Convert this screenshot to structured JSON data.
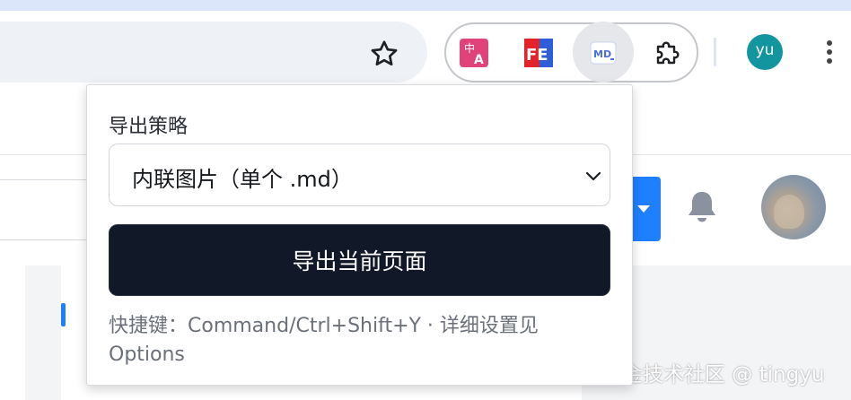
{
  "toolbar": {
    "profile_initials": "yu",
    "extensions": [
      {
        "name": "translate-extension",
        "badge_top": "中",
        "badge_bottom": "A",
        "color": "#e0427a"
      },
      {
        "name": "fe-extension",
        "badge": "FE",
        "color": "#e3232a"
      },
      {
        "name": "md-export-extension",
        "badge": "MD",
        "color": "#4a6fe0",
        "active": true
      },
      {
        "name": "extensions-puzzle",
        "icon": "puzzle-icon"
      }
    ]
  },
  "popup": {
    "strategy_label": "导出策略",
    "strategy_value": "内联图片（单个 .md）",
    "export_button": "导出当前页面",
    "hint_line1": "快捷键：Command/Ctrl+Shift+Y · 详细设置见",
    "hint_line2": "Options"
  },
  "page": {
    "watermark": "掘金技术社区 @ tingyu"
  },
  "colors": {
    "accent_blue": "#1e80ff",
    "button_dark": "#111827",
    "profile_teal": "#12959f"
  }
}
